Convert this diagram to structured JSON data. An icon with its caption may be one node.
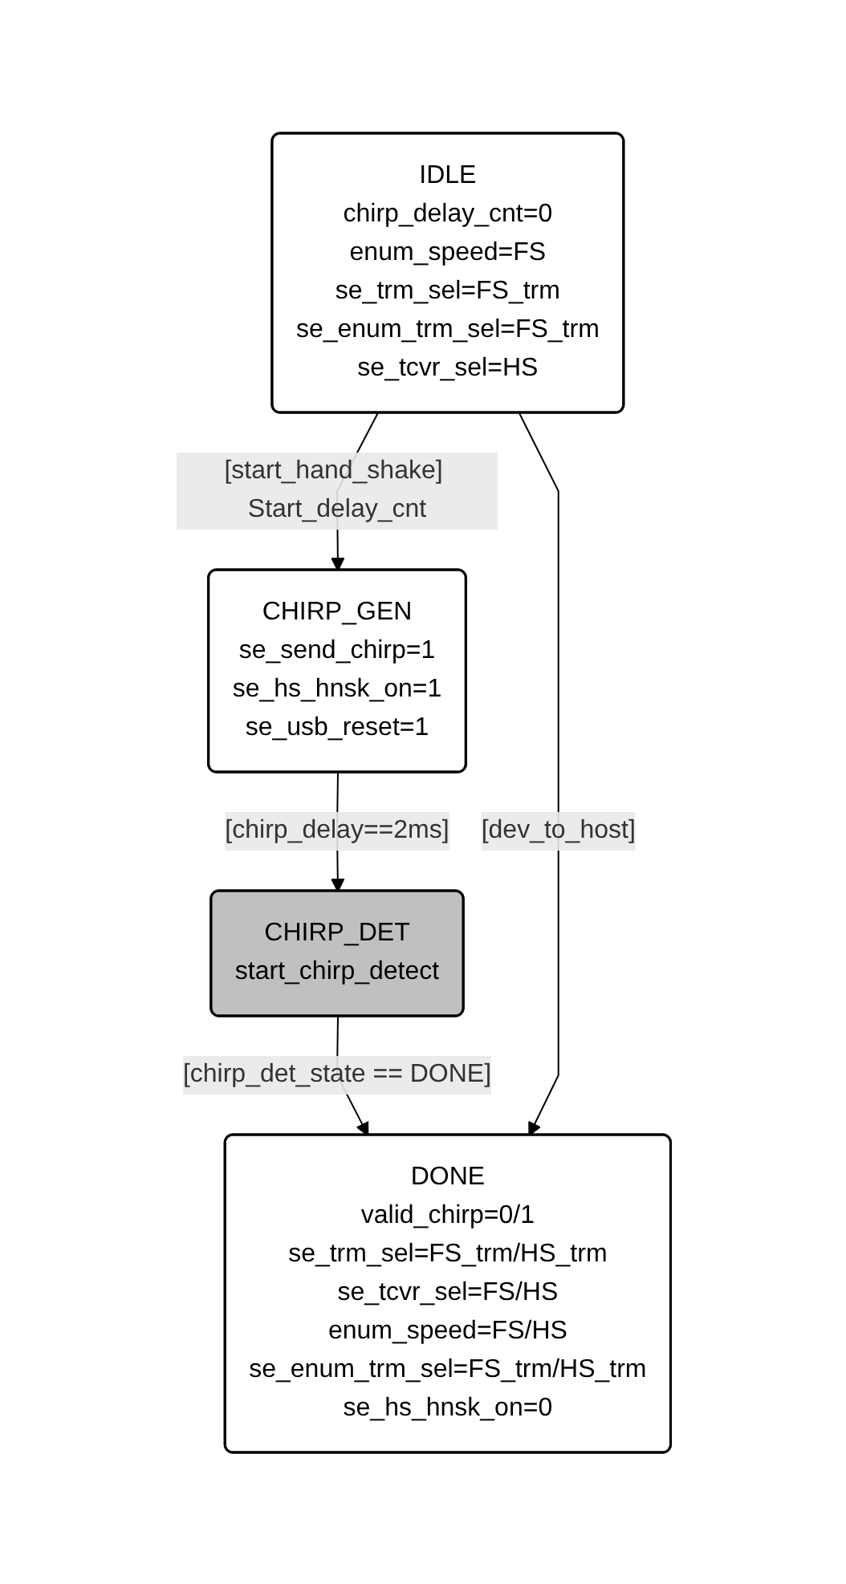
{
  "diagram": {
    "nodes": [
      {
        "text": [
          "IDLE",
          "chirp_delay_cnt=0",
          "enum_speed=FS",
          "se_trm_sel=FS_trm",
          "se_enum_trm_sel=FS_trm",
          "se_tcvr_sel=HS"
        ]
      },
      {
        "text": [
          "CHIRP_GEN",
          "se_send_chirp=1",
          "se_hs_hnsk_on=1",
          "se_usb_reset=1"
        ]
      },
      {
        "text": [
          "CHIRP_DET",
          "start_chirp_detect"
        ]
      },
      {
        "text": [
          "DONE",
          "valid_chirp=0/1",
          "se_trm_sel=FS_trm/HS_trm",
          "se_tcvr_sel=FS/HS",
          "enum_speed=FS/HS",
          "se_enum_trm_sel=FS_trm/HS_trm",
          "se_hs_hnsk_on=0"
        ]
      }
    ],
    "edges": [
      {
        "from": 0,
        "to": 1,
        "arrow": "to",
        "label": "[start_hand_shake] Start_delay_cnt"
      },
      {
        "from": 1,
        "to": 2,
        "arrow": "to",
        "label": "[chirp_delay==2ms]"
      },
      {
        "from": 2,
        "to": 3,
        "arrow": "to",
        "label": "[chirp_det_state == DONE]"
      },
      {
        "from": 0,
        "to": 3,
        "arrow": "to",
        "label": "[dev_to_host]"
      }
    ]
  }
}
